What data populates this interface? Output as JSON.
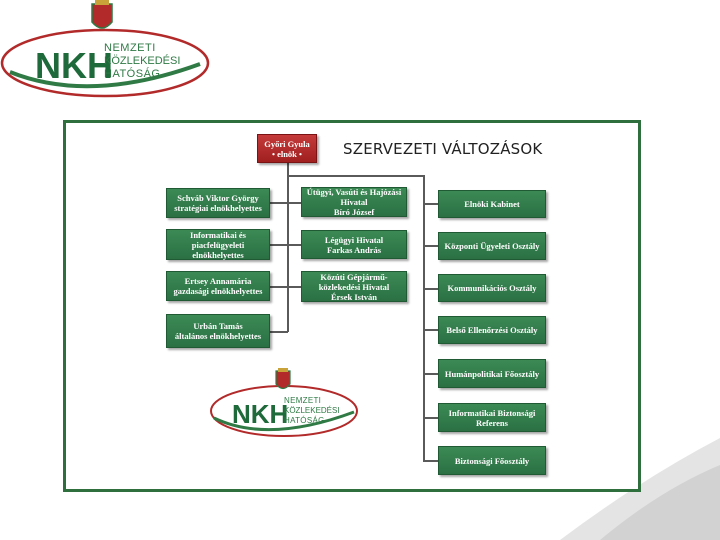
{
  "logo": {
    "mark": "NKH",
    "line1": "NEMZETI",
    "line2": "KÖZLEKEDÉSI",
    "line3": "HATÓSÁG"
  },
  "chart": {
    "title": "SZERVEZETI VÁLTOZÁSOK",
    "head": {
      "line1": "Győri Gyula",
      "line2": "• elnök •"
    },
    "deputies": [
      {
        "line1": "Schváb Viktor György",
        "line2": "stratégiai elnökhelyettes"
      },
      {
        "line1": "Informatikai és",
        "line2": "piacfelügyeleti",
        "line3": "elnökhelyettes"
      },
      {
        "line1": "Ertsey Annamária",
        "line2": "gazdasági elnökhelyettes"
      },
      {
        "line1": "Urbán Tamás",
        "line2": "általános elnökhelyettes"
      }
    ],
    "offices": [
      {
        "line1": "Útügyi, Vasúti és Hajózási",
        "line2": "Hivatal",
        "line3": "Bíró József"
      },
      {
        "line1": "Légügyi Hivatal",
        "line2": "Farkas András"
      },
      {
        "line1": "Közúti Gépjármű-",
        "line2": "közlekedési Hivatal",
        "line3": "Érsek István"
      }
    ],
    "departments": [
      {
        "line1": "Elnöki Kabinet"
      },
      {
        "line1": "Központi Ügyeleti Osztály"
      },
      {
        "line1": "Kommunikációs Osztály"
      },
      {
        "line1": "Belső Ellenőrzési Osztály"
      },
      {
        "line1": "Humánpolitikai Főosztály"
      },
      {
        "line1": "Informatikai Biztonsági",
        "line2": "Referens"
      },
      {
        "line1": "Biztonsági Főosztály"
      }
    ]
  },
  "colors": {
    "brand_green": "#2f7a45",
    "brand_red": "#b22a2a",
    "frame": "#2f6f3e"
  }
}
